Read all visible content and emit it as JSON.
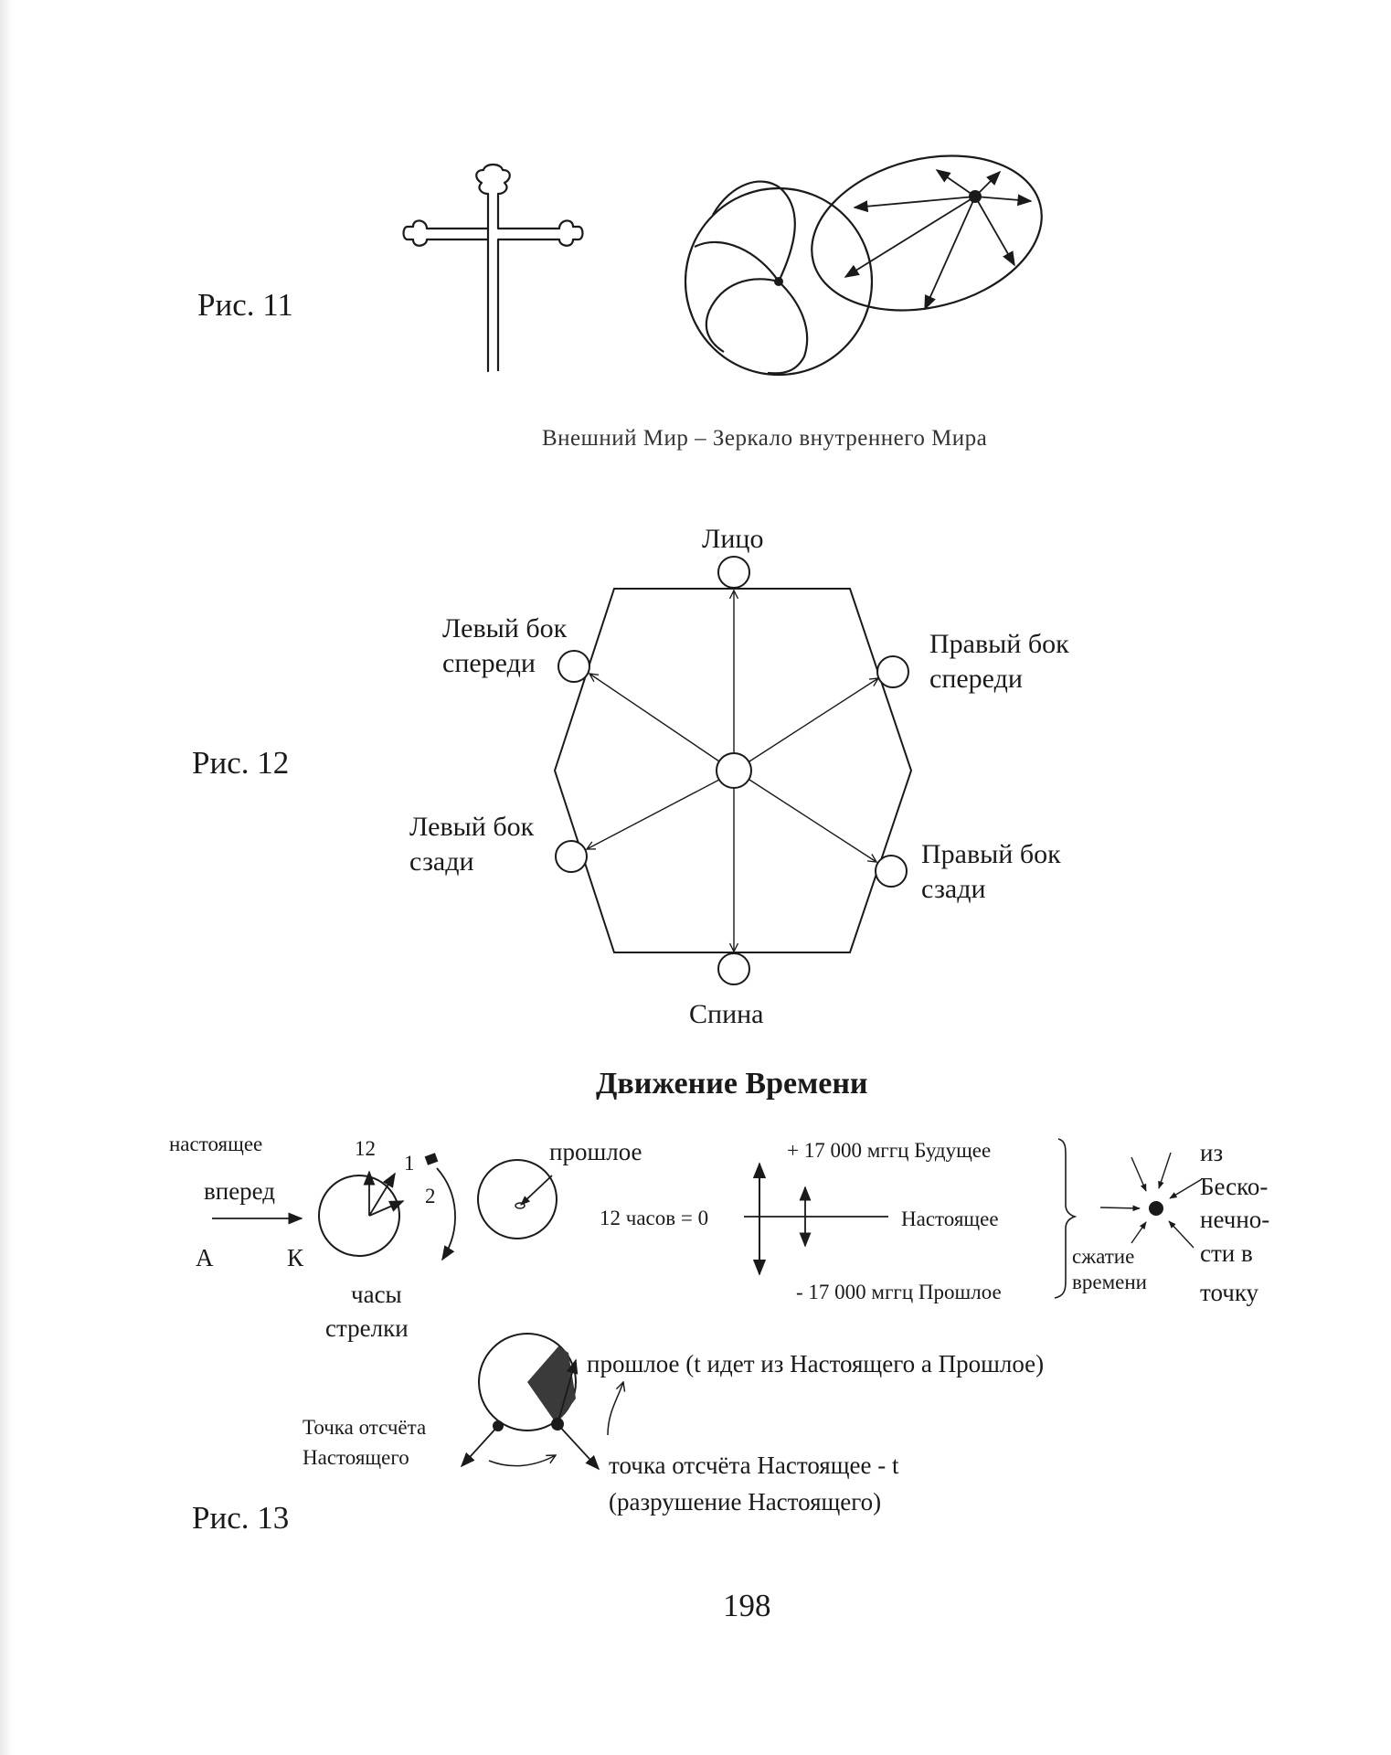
{
  "fig11": {
    "label": "Рис. 11",
    "caption": "Внешний Мир – Зеркало внутреннего Мира"
  },
  "fig12": {
    "label": "Рис. 12",
    "top": "Лицо",
    "front_left": [
      "Левый бок",
      "спереди"
    ],
    "front_right": [
      "Правый бок",
      "спереди"
    ],
    "back_left": [
      "Левый бок",
      "сзади"
    ],
    "back_right": [
      "Правый бок",
      "сзади"
    ],
    "bottom": "Спина"
  },
  "fig13": {
    "title": "Движение Времени",
    "label": "Рис. 13",
    "present": "настоящее",
    "forward": "вперед",
    "a": "А",
    "k": "К",
    "n12": "12",
    "n1": "1",
    "n2": "2",
    "clock": [
      "часы",
      "стрелки"
    ],
    "past": "прошлое",
    "twelve_hours": "12 часов = 0",
    "future_line": "+ 17 000 мггц Будущее",
    "present_line": "Настоящее",
    "past_line": "- 17 000 мггц Прошлое",
    "compression": [
      "сжатие",
      "времени"
    ],
    "infinity": [
      "из",
      "Беско-",
      "нечно-",
      "сти в",
      "точку"
    ],
    "bottom_past": "прошлое (t идет из Настоящего а Прошлое)",
    "ref_point": [
      "Точка отсчёта",
      "Настоящего"
    ],
    "ref_minus": "точка отсчёта Настоящее - t",
    "destruction": "(разрушение Настоящего)"
  },
  "page_number": "198"
}
